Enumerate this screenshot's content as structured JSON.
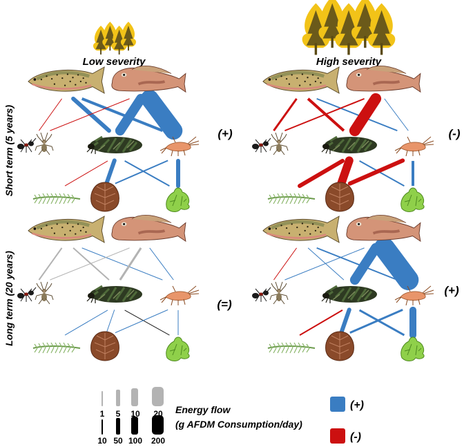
{
  "column_headers": {
    "low": "Low severity",
    "high": "High severity"
  },
  "row_labels": {
    "short": "Short term (5 years)",
    "long": "Long term (20 years)"
  },
  "panel_signs": {
    "short_low": "(+)",
    "short_high": "(-)",
    "long_low": "(=)",
    "long_high": "(+)"
  },
  "colors": {
    "positive": "#3a7dc2",
    "negative": "#cc1010",
    "neutral_gray": "#b3b3b3",
    "neutral_black": "#1a1a1a",
    "flame": "#f2c318",
    "tree": "#6b5a1a"
  },
  "legend": {
    "title_line1": "Energy flow",
    "title_line2": "(g AFDM Consumption/day)",
    "gray_scale_labels": [
      "1",
      "5",
      "10",
      "20"
    ],
    "black_scale_labels": [
      "10",
      "50",
      "100",
      "200"
    ],
    "positive_label": "(+)",
    "negative_label": "(-)"
  },
  "icons": [
    "fire-low-icon",
    "fire-high-icon",
    "trout-icon",
    "sculpin-icon",
    "terrestrial-insects-icon",
    "caddisfly-larva-icon",
    "shrimp-icon",
    "algae-icon",
    "leaf-litter-icon",
    "moss-icon"
  ]
}
